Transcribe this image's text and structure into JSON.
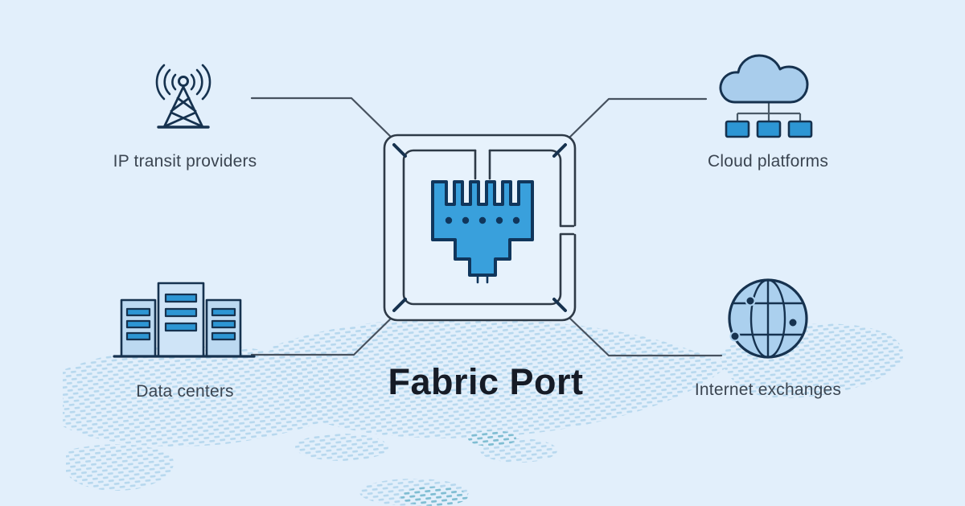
{
  "diagram": {
    "type": "hub-and-spoke",
    "center": {
      "label": "Fabric Port",
      "icon": "ethernet-port"
    },
    "nodes": [
      {
        "id": "ip-transit-providers",
        "label": "IP transit providers",
        "icon": "radio-tower",
        "position": "top-left"
      },
      {
        "id": "cloud-platforms",
        "label": "Cloud platforms",
        "icon": "cloud-servers",
        "position": "top-right"
      },
      {
        "id": "data-centers",
        "label": "Data centers",
        "icon": "server-buildings",
        "position": "bottom-left"
      },
      {
        "id": "internet-exchanges",
        "label": "Internet exchanges",
        "icon": "globe-network",
        "position": "bottom-right"
      }
    ],
    "background": "dotted-world-map"
  },
  "colors": {
    "background": "#e2effb",
    "map_dots": "#b7d8ee",
    "map_dots_teal": "#7fbdd2",
    "icon_outline": "#16324f",
    "connector_line": "#47525f",
    "port_frame": "#2e3a47",
    "port_blue": "#39a0dc",
    "light_blue_fill": "#a9cdec",
    "accent_blue": "#2d96d4",
    "label_text": "#3b4551",
    "title_text": "#161b26"
  }
}
